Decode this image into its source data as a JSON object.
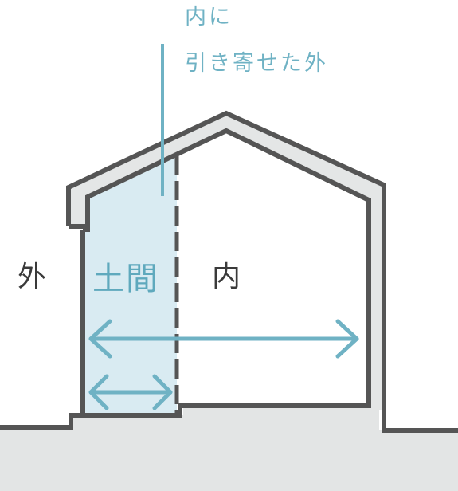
{
  "annotation": {
    "line1": "内に",
    "line2": "引き寄せた外"
  },
  "areas": {
    "outside": "外",
    "doma": "土間",
    "inside": "内"
  },
  "colors": {
    "wall": "#555555",
    "roof_inner": "#e4e6e6",
    "ground": "#e3e5e5",
    "doma_fill": "#d9ebf2",
    "accent": "#6fb2c4"
  }
}
